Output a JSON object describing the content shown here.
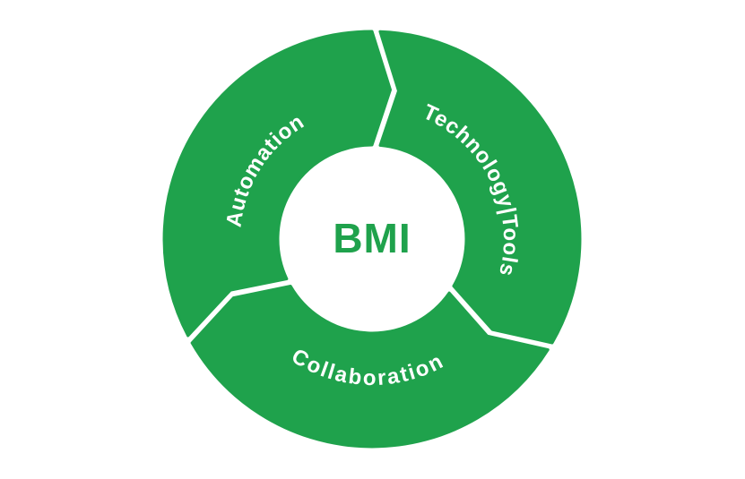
{
  "diagram": {
    "type": "cycle-diagram",
    "center_label": "BMI",
    "segments": [
      {
        "label": "Automation"
      },
      {
        "label": "Technology|Tools"
      },
      {
        "label": "Collaboration"
      }
    ],
    "colors": {
      "segment_green": "#1FA24C",
      "label_text": "#FFFFFF",
      "center_text": "#1FA24C",
      "background": "#FFFFFF"
    }
  }
}
